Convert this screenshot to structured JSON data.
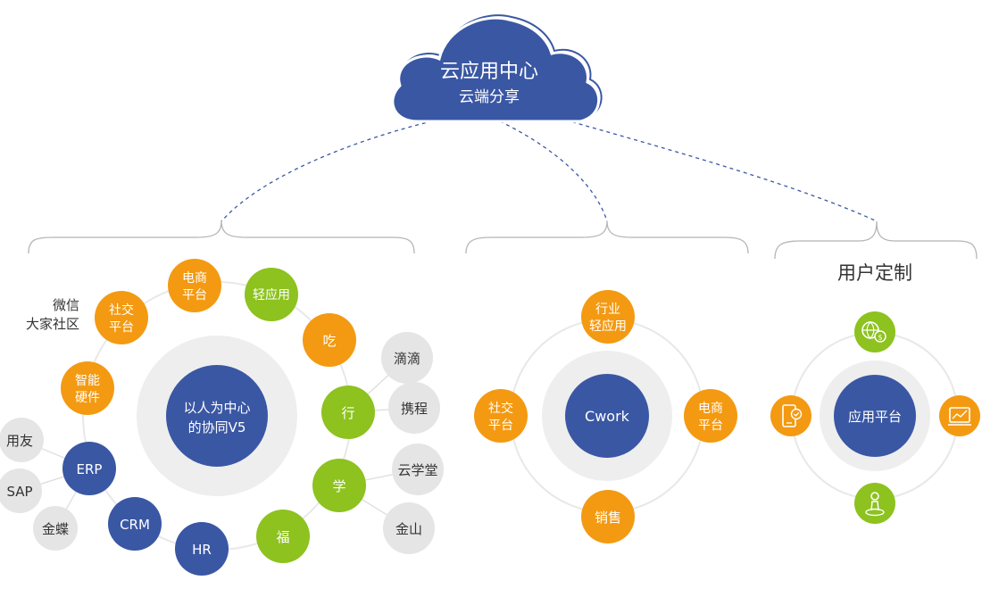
{
  "colors": {
    "blue": "#3a57a4",
    "orange": "#f39a12",
    "green": "#8dc21f",
    "gray_node": "#e5e5e5",
    "ring": "#e8e8e8",
    "hub_bg": "#eeeeee",
    "line": "#dcdcdc",
    "dash": "#3a57a4",
    "brace": "#b5b5b5",
    "text_dark": "#333333"
  },
  "cloud": {
    "title": "云应用中心",
    "subtitle": "云端分享"
  },
  "left": {
    "hub": {
      "line1": "以人为中心",
      "line2": "的协同V5"
    },
    "annotation": {
      "line1": "微信",
      "line2": "大家社区"
    },
    "nodes": [
      {
        "id": "shejiao",
        "l1": "社交",
        "l2": "平台"
      },
      {
        "id": "dianshang",
        "l1": "电商",
        "l2": "平台"
      },
      {
        "id": "qingyy",
        "l1": "轻应用",
        "l2": ""
      },
      {
        "id": "chi",
        "l1": "吃",
        "l2": ""
      },
      {
        "id": "xing",
        "l1": "行",
        "l2": ""
      },
      {
        "id": "xue",
        "l1": "学",
        "l2": ""
      },
      {
        "id": "fu",
        "l1": "福",
        "l2": ""
      },
      {
        "id": "hr",
        "l1": "HR",
        "l2": ""
      },
      {
        "id": "crm",
        "l1": "CRM",
        "l2": ""
      },
      {
        "id": "erp",
        "l1": "ERP",
        "l2": ""
      },
      {
        "id": "zhineng",
        "l1": "智能",
        "l2": "硬件"
      }
    ],
    "satellites": [
      {
        "id": "didi",
        "label": "滴滴"
      },
      {
        "id": "xiecheng",
        "label": "携程"
      },
      {
        "id": "yunxt",
        "label": "云学堂"
      },
      {
        "id": "jinshan",
        "label": "金山"
      },
      {
        "id": "yongyou",
        "label": "用友"
      },
      {
        "id": "sap",
        "label": "SAP"
      },
      {
        "id": "jindie",
        "label": "金蝶"
      }
    ]
  },
  "middle": {
    "hub": "Cwork",
    "nodes": [
      {
        "id": "hangye",
        "l1": "行业",
        "l2": "轻应用"
      },
      {
        "id": "shejiao2",
        "l1": "社交",
        "l2": "平台"
      },
      {
        "id": "dianshang2",
        "l1": "电商",
        "l2": "平台"
      },
      {
        "id": "xiaoshou",
        "l1": "销售",
        "l2": ""
      }
    ]
  },
  "right": {
    "title": "用户定制",
    "hub": "应用平台",
    "icons": [
      "globe-money-icon",
      "phone-check-icon",
      "chart-icon",
      "person-location-icon"
    ]
  }
}
